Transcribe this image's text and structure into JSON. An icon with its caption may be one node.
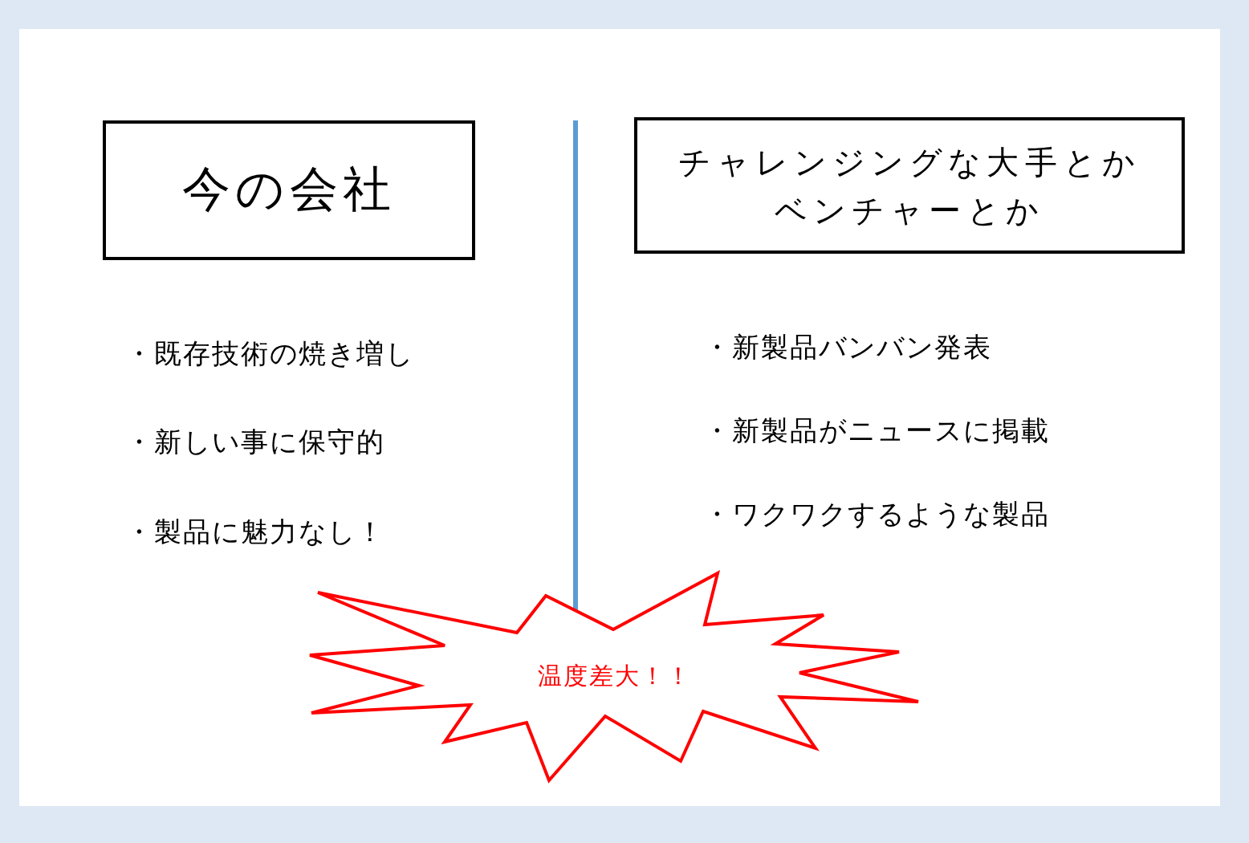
{
  "diagram": {
    "nodes": [
      {
        "text": [
          "今の会社"
        ]
      },
      {
        "text": [
          "チャレンジングな大手とかベンチャーとか"
        ]
      },
      {
        "text": [
          "温度差大！！"
        ]
      }
    ],
    "edges": [],
    "labels": [
      "・既存技術の焼き増し",
      "・新製品バンバン発表",
      "・新しい事に保守的",
      "・新製品がニュースに掲載",
      "・製品に魅力なし！",
      "・ワクワクするような製品"
    ]
  }
}
